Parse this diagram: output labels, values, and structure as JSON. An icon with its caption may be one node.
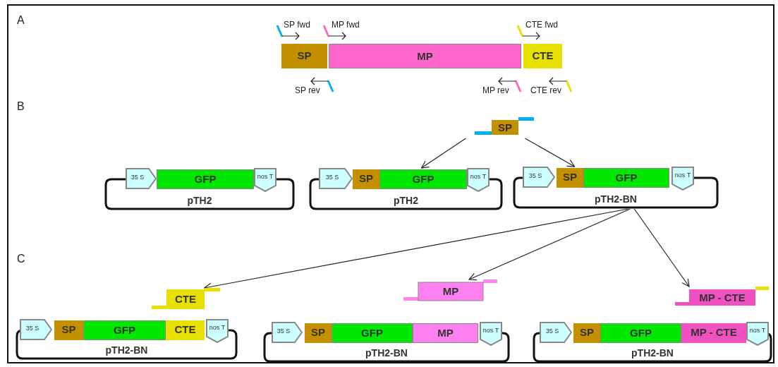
{
  "diagram": {
    "nodes": [
      {
        "text": [
          "SP"
        ]
      },
      {
        "text": [
          "MP"
        ]
      },
      {
        "text": [
          "CTE"
        ]
      },
      {
        "text": [
          "SP"
        ]
      },
      {
        "text": [
          "pTH2"
        ]
      },
      {
        "text": [
          "35 S"
        ],
        "in": 4
      },
      {
        "text": [
          "GFP"
        ],
        "in": 4
      },
      {
        "text": [
          "nos T"
        ],
        "in": 4
      },
      {
        "text": [
          "pTH2"
        ]
      },
      {
        "text": [
          "35 S"
        ],
        "in": 8
      },
      {
        "text": [
          "SP"
        ],
        "in": 8
      },
      {
        "text": [
          "GFP"
        ],
        "in": 8
      },
      {
        "text": [
          "nos T"
        ],
        "in": 8
      },
      {
        "text": [
          "pTH2-BN"
        ]
      },
      {
        "text": [
          "35 S"
        ],
        "in": 13
      },
      {
        "text": [
          "SP"
        ],
        "in": 13
      },
      {
        "text": [
          "GFP"
        ],
        "in": 13
      },
      {
        "text": [
          "nos T"
        ],
        "in": 13
      },
      {
        "text": [
          "CTE"
        ]
      },
      {
        "text": [
          "MP"
        ]
      },
      {
        "text": [
          "MP - CTE"
        ]
      },
      {
        "text": [
          "pTH2-BN"
        ]
      },
      {
        "text": [
          "35 S"
        ],
        "in": 21
      },
      {
        "text": [
          "SP"
        ],
        "in": 21
      },
      {
        "text": [
          "GFP"
        ],
        "in": 21
      },
      {
        "text": [
          "CTE"
        ],
        "in": 21
      },
      {
        "text": [
          "nos T"
        ],
        "in": 21
      },
      {
        "text": [
          "pTH2-BN"
        ]
      },
      {
        "text": [
          "35 S"
        ],
        "in": 27
      },
      {
        "text": [
          "SP"
        ],
        "in": 27
      },
      {
        "text": [
          "GFP"
        ],
        "in": 27
      },
      {
        "text": [
          "MP"
        ],
        "in": 27
      },
      {
        "text": [
          "nos T"
        ],
        "in": 27
      },
      {
        "text": [
          "pTH2-BN"
        ]
      },
      {
        "text": [
          "35 S"
        ],
        "in": 33
      },
      {
        "text": [
          "SP"
        ],
        "in": 33
      },
      {
        "text": [
          "GFP"
        ],
        "in": 33
      },
      {
        "text": [
          "MP - CTE"
        ],
        "in": 33
      },
      {
        "text": [
          "nos T"
        ],
        "in": 33
      }
    ],
    "edges": [
      {
        "from": 3,
        "to": 8,
        "arrow": "to"
      },
      {
        "from": 3,
        "to": 13,
        "arrow": "to"
      },
      {
        "from": 13,
        "to": 18,
        "arrow": "to"
      },
      {
        "from": 13,
        "to": 19,
        "arrow": "to"
      },
      {
        "from": 13,
        "to": 20,
        "arrow": "to"
      },
      {
        "from": 7,
        "to": 5,
        "arrow": "none"
      },
      {
        "from": 12,
        "to": 9,
        "arrow": "none"
      },
      {
        "from": 17,
        "to": 14,
        "arrow": "none"
      },
      {
        "from": 26,
        "to": 22,
        "arrow": "none"
      },
      {
        "from": 32,
        "to": 28,
        "arrow": "none"
      },
      {
        "from": 38,
        "to": 34,
        "arrow": "none"
      }
    ],
    "labels": [
      "A",
      "SP fwd",
      "MP fwd",
      "CTE fwd",
      "SP rev",
      "MP rev",
      "CTE rev",
      "B",
      "C"
    ]
  }
}
